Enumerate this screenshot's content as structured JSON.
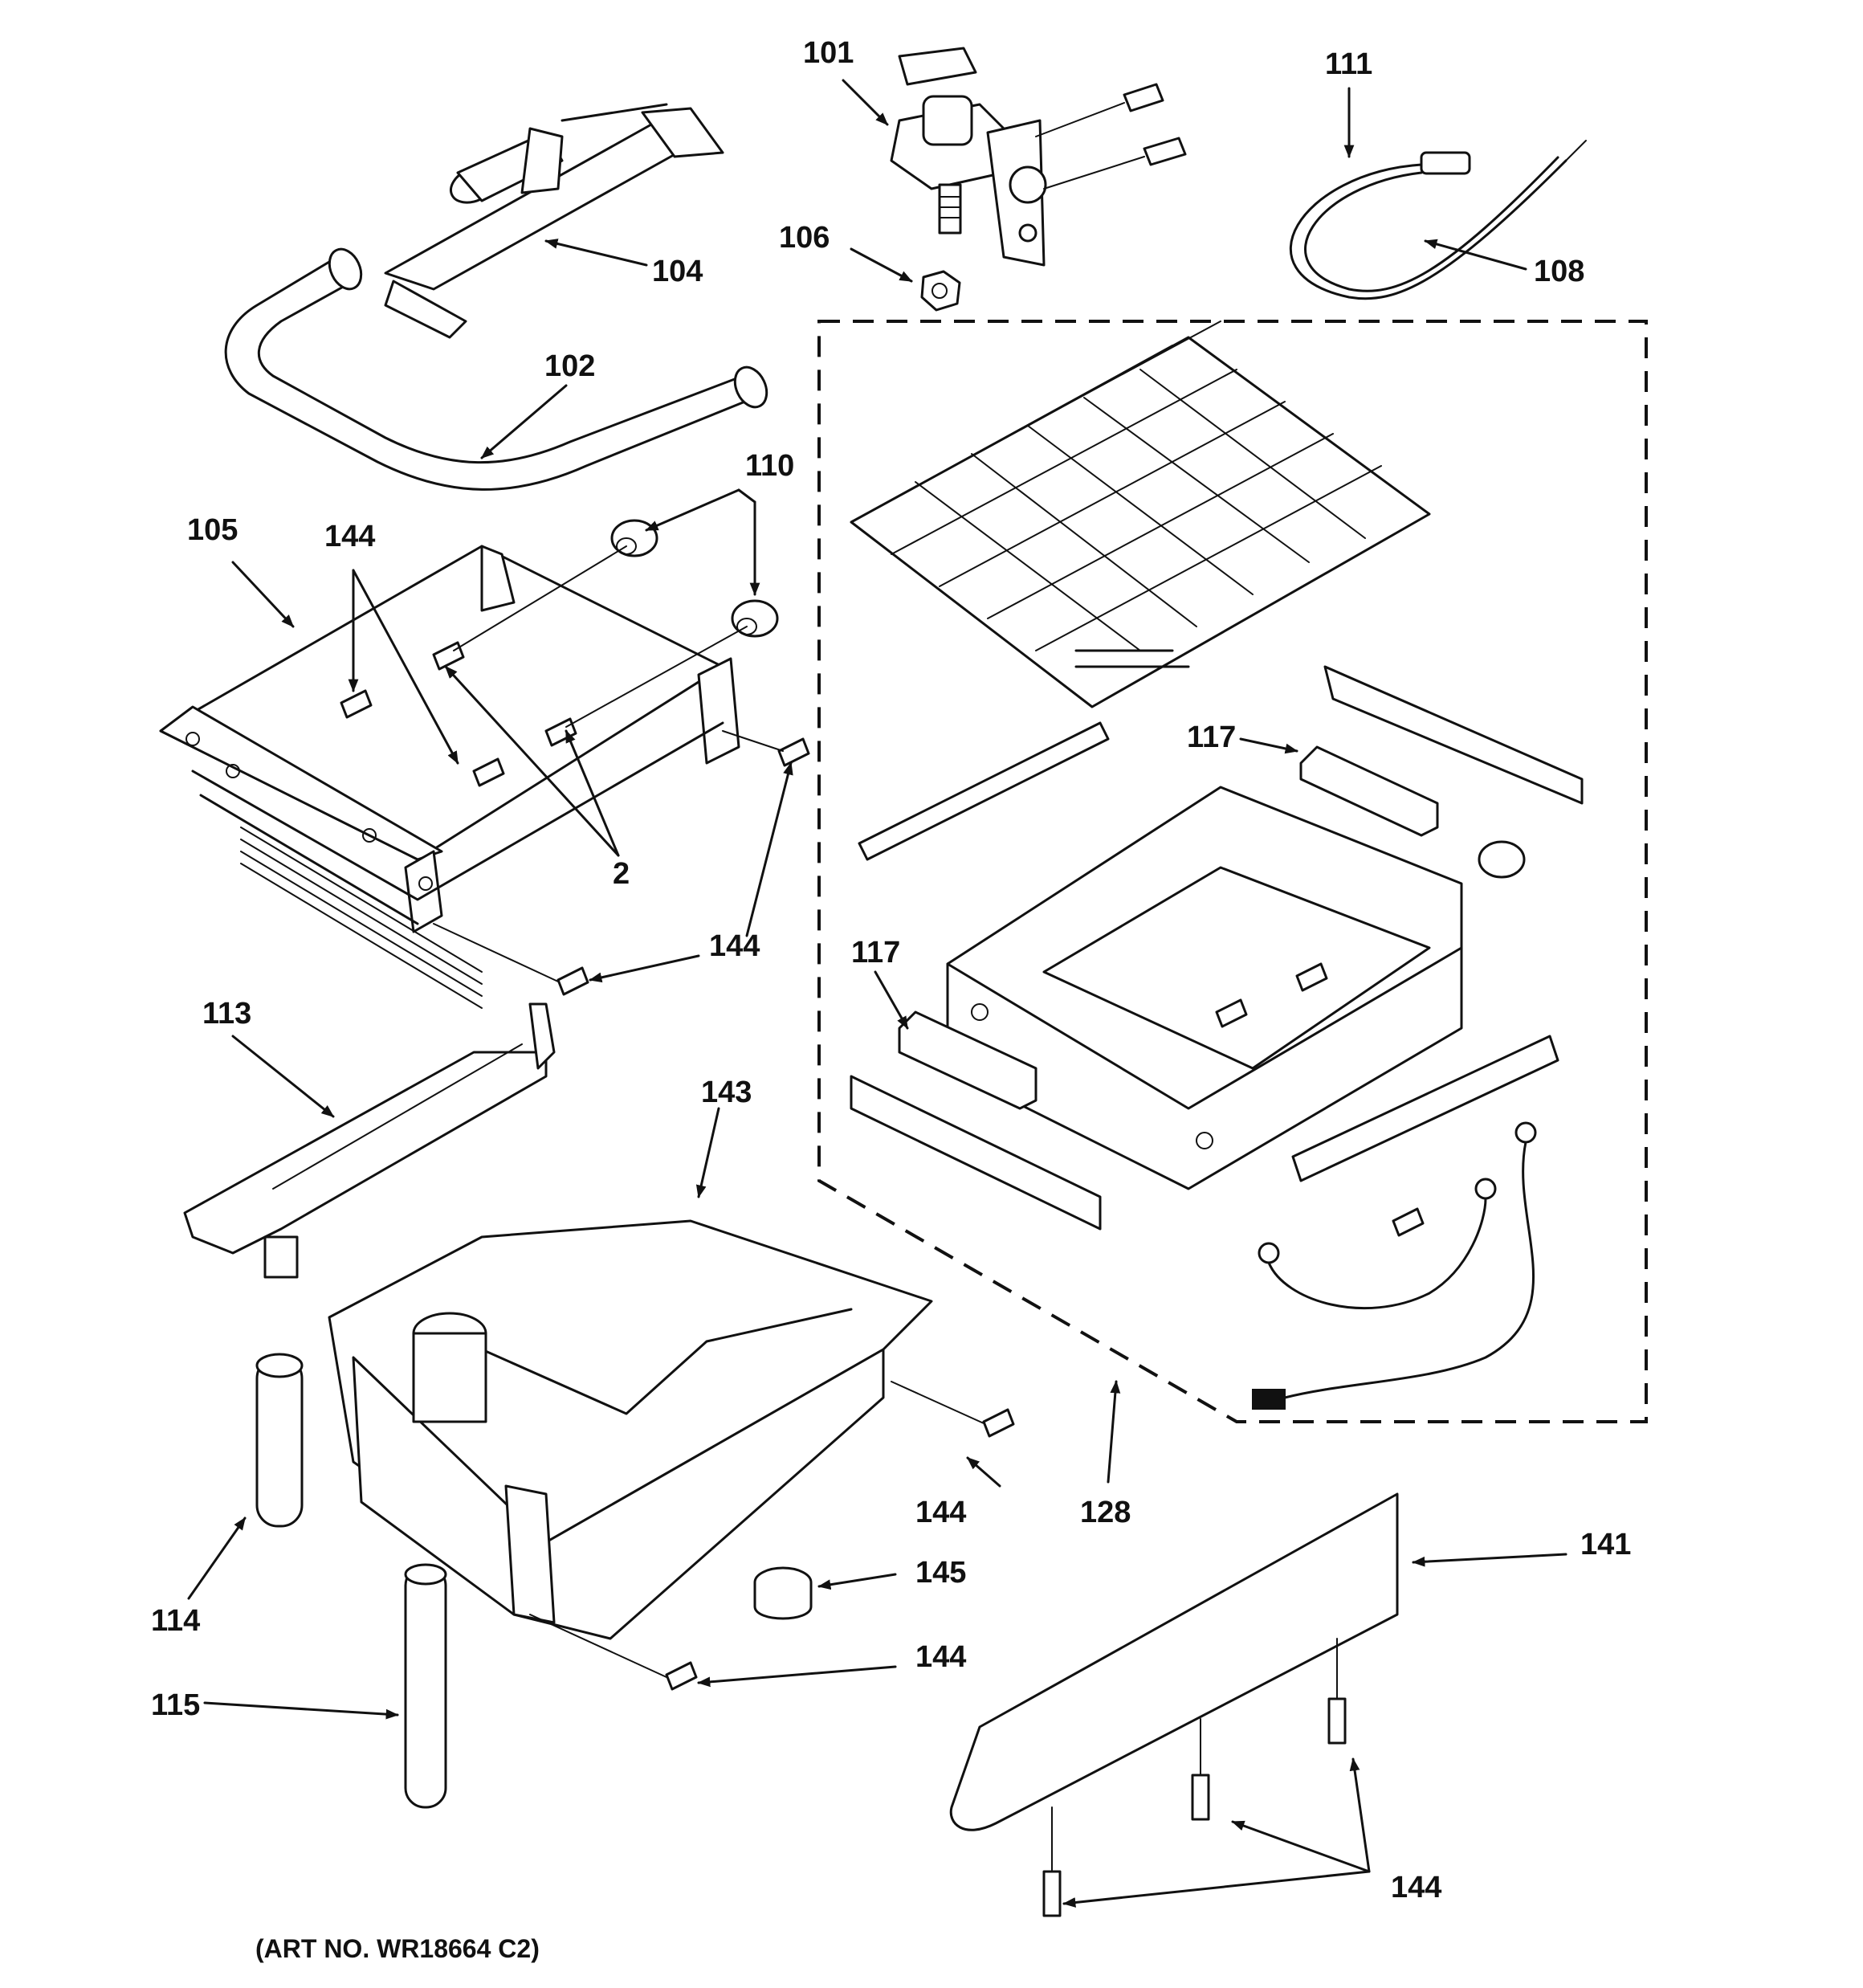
{
  "callouts": {
    "c101": "101",
    "c111": "111",
    "c106": "106",
    "c104": "104",
    "c108": "108",
    "c102": "102",
    "c110": "110",
    "c105": "105",
    "c144a": "144",
    "c117a": "117",
    "c2": "2",
    "c144b": "144",
    "c117b": "117",
    "c113": "113",
    "c143": "143",
    "c144c": "144",
    "c128": "128",
    "c141": "141",
    "c145": "145",
    "c114": "114",
    "c144d": "144",
    "c115": "115",
    "c144e": "144"
  },
  "art_number": "(ART NO. WR18664 C2)"
}
